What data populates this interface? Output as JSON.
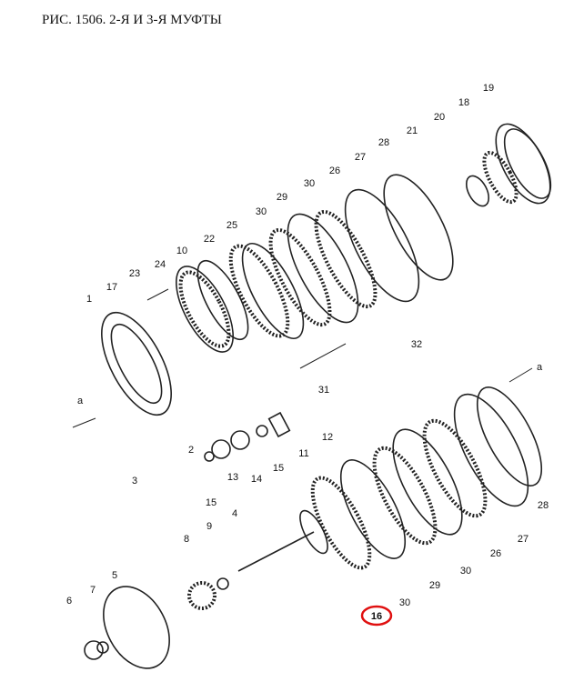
{
  "title": "РИС. 1506. 2-Я И 3-Я МУФТЫ",
  "labels": [
    "19",
    "18",
    "20",
    "21",
    "28",
    "27",
    "26",
    "30",
    "29",
    "30",
    "25",
    "22",
    "10",
    "24",
    "23",
    "17",
    "1",
    "a",
    "3",
    "2",
    "13",
    "14",
    "15",
    "11",
    "12",
    "15",
    "31",
    "32",
    "a",
    "4",
    "8",
    "9",
    "5",
    "6",
    "7",
    "28",
    "27",
    "26",
    "30",
    "29",
    "30",
    "16"
  ],
  "highlight_label_index": 41,
  "highlight_color": "#e01010"
}
